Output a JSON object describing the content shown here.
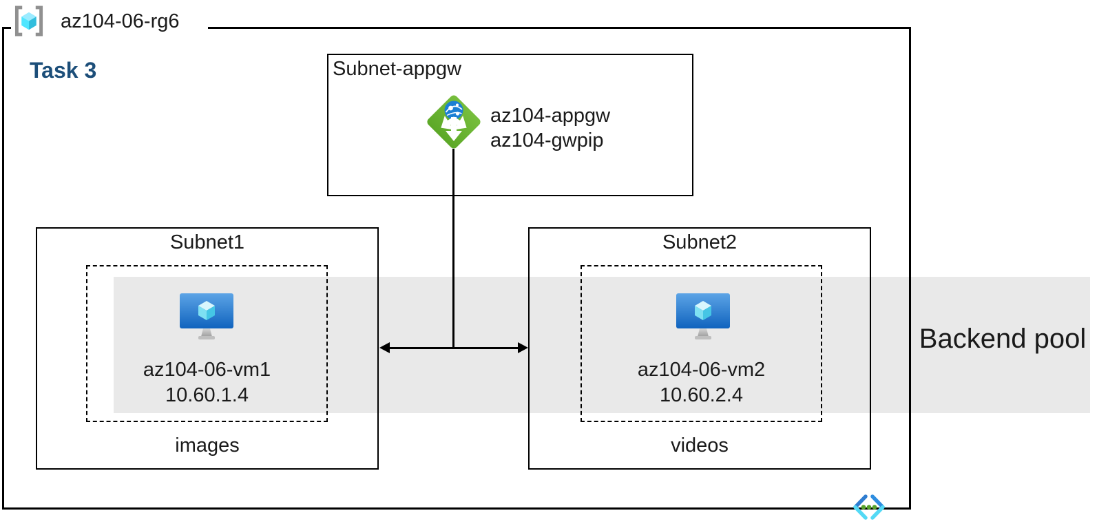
{
  "resource_group": {
    "name": "az104-06-rg6"
  },
  "task_label": "Task 3",
  "appgw_subnet": {
    "title": "Subnet-appgw",
    "gateway_name": "az104-appgw",
    "gateway_public_ip": "az104-gwpip"
  },
  "subnet1": {
    "title": "Subnet1",
    "vm_name": "az104-06-vm1",
    "vm_ip": "10.60.1.4",
    "storage_label": "images"
  },
  "subnet2": {
    "title": "Subnet2",
    "vm_name": "az104-06-vm2",
    "vm_ip": "10.60.2.4",
    "storage_label": "videos"
  },
  "backend_pool": {
    "label": "Backend pool"
  },
  "icons": {
    "resource_group": "resource-group-icon",
    "application_gateway": "application-gateway-icon",
    "virtual_machine": "virtual-machine-icon",
    "virtual_network": "virtual-network-icon"
  },
  "colors": {
    "task_label_blue": "#1C4E79",
    "backend_pool_band_gray": "#E9E9E9",
    "appgw_green": "#6CB431",
    "appgw_globe_blue": "#1B7FD4",
    "vm_monitor_blue_top": "#5CA4E6",
    "vm_monitor_blue_bottom": "#1063BE",
    "cube_cyan_light": "#9CEBFF",
    "cube_cyan": "#50E6FF",
    "cube_cyan_dark": "#32BEDD",
    "vnet_chevron_blue": "#2E7CD0",
    "vnet_chevron_cyan": "#53D9F5",
    "vnet_dot_green": "#56A22A",
    "line_black": "#000000"
  }
}
